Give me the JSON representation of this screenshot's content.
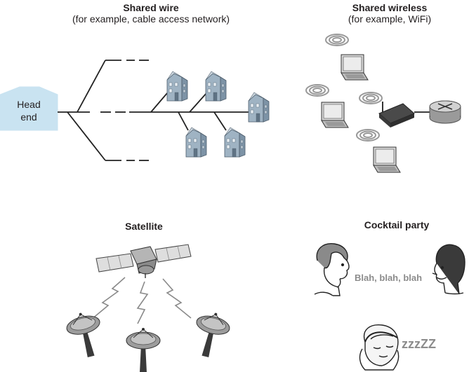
{
  "shared_wire": {
    "title": "Shared wire",
    "subtitle": "(for example, cable access network)",
    "headend_line1": "Head",
    "headend_line2": "end"
  },
  "shared_wireless": {
    "title": "Shared wireless",
    "subtitle": "(for example, WiFi)"
  },
  "satellite": {
    "title": "Satellite"
  },
  "cocktail_party": {
    "title": "Cocktail party",
    "speech": "Blah, blah, blah",
    "sleep": "zzzZZ"
  },
  "colors": {
    "headend_fill": "#c9e3f1",
    "house_front": "#9fb3c3",
    "house_side": "#7d93a6",
    "laptop_screen": "#ececec",
    "router_body": "#4a4a4a",
    "lightning": "#8a8a8a",
    "speech_text": "#8c8c8c"
  }
}
